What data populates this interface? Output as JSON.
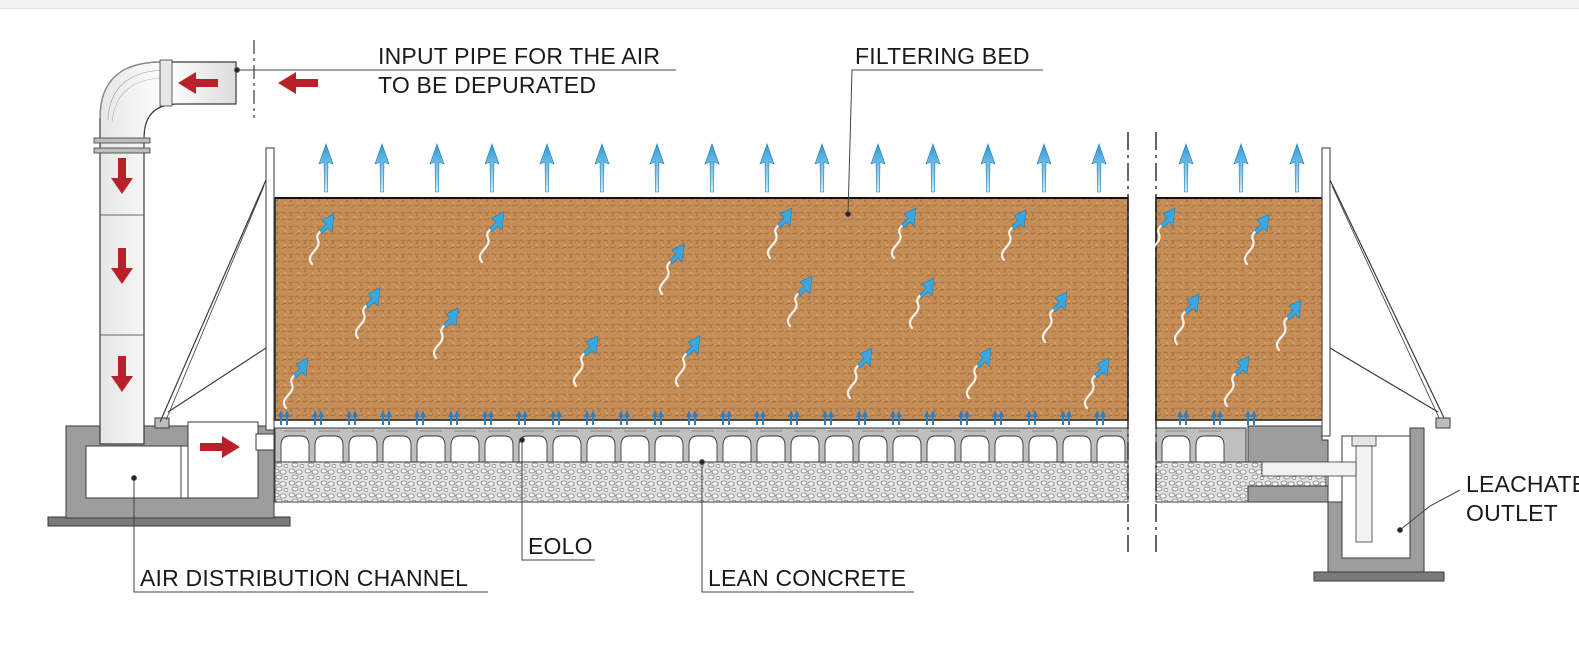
{
  "labels": {
    "input_pipe_line1": "INPUT PIPE FOR THE AIR",
    "input_pipe_line2": "TO BE DEPURATED",
    "filtering_bed": "FILTERING BED",
    "leachate_line1": "LEACHATE",
    "leachate_line2": "OUTLET",
    "eolo": "EOLO",
    "air_distribution_channel": "AIR DISTRIBUTION CHANNEL",
    "lean_concrete": "LEAN CONCRETE"
  },
  "colors": {
    "flow_arrow": "#b8212a",
    "exhaust_arrow": "#3aa7dd",
    "filter_bed": "#c58d57",
    "concrete": "#a9a9a9",
    "gravel": "#d6d6d6",
    "outline": "#3a3a3a"
  }
}
